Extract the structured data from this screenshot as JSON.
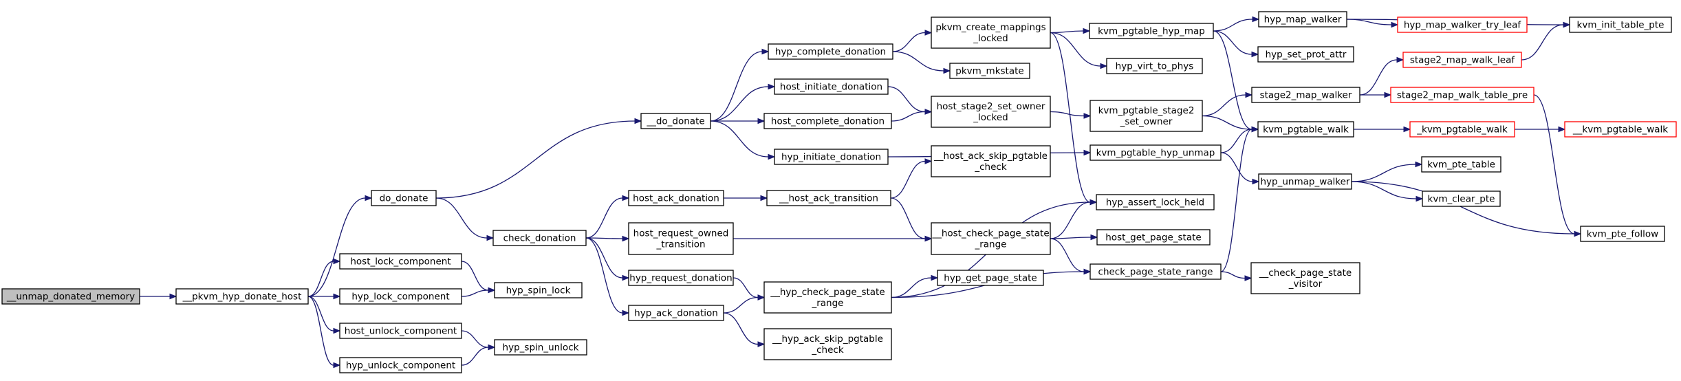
{
  "colors": {
    "edge": "#191970",
    "node_border": "#000000",
    "node_missing_border": "#ff0000",
    "root_fill": "#bfbfbf",
    "node_fill": "#ffffff"
  },
  "nodes": [
    {
      "id": "unmap_donated_memory",
      "lines": [
        "__unmap_donated_memory"
      ],
      "style": "root"
    },
    {
      "id": "pkvm_hyp_donate_host",
      "lines": [
        "__pkvm_hyp_donate_host"
      ],
      "style": "normal"
    },
    {
      "id": "do_donate",
      "lines": [
        "do_donate"
      ],
      "style": "normal"
    },
    {
      "id": "host_lock_component",
      "lines": [
        "host_lock_component"
      ],
      "style": "normal"
    },
    {
      "id": "hyp_lock_component",
      "lines": [
        "hyp_lock_component"
      ],
      "style": "normal"
    },
    {
      "id": "host_unlock_component",
      "lines": [
        "host_unlock_component"
      ],
      "style": "normal"
    },
    {
      "id": "hyp_unlock_component",
      "lines": [
        "hyp_unlock_component"
      ],
      "style": "normal"
    },
    {
      "id": "hyp_spin_lock",
      "lines": [
        "hyp_spin_lock"
      ],
      "style": "normal"
    },
    {
      "id": "hyp_spin_unlock",
      "lines": [
        "hyp_spin_unlock"
      ],
      "style": "normal"
    },
    {
      "id": "__do_donate",
      "lines": [
        "__do_donate"
      ],
      "style": "normal"
    },
    {
      "id": "check_donation",
      "lines": [
        "check_donation"
      ],
      "style": "normal"
    },
    {
      "id": "hyp_complete_donation",
      "lines": [
        "hyp_complete_donation"
      ],
      "style": "normal"
    },
    {
      "id": "host_initiate_donation",
      "lines": [
        "host_initiate_donation"
      ],
      "style": "normal"
    },
    {
      "id": "host_complete_donation",
      "lines": [
        "host_complete_donation"
      ],
      "style": "normal"
    },
    {
      "id": "hyp_initiate_donation",
      "lines": [
        "hyp_initiate_donation"
      ],
      "style": "normal"
    },
    {
      "id": "host_ack_donation",
      "lines": [
        "host_ack_donation"
      ],
      "style": "normal"
    },
    {
      "id": "host_request_owned_transition",
      "lines": [
        "host_request_owned",
        "_transition"
      ],
      "style": "normal"
    },
    {
      "id": "hyp_request_donation",
      "lines": [
        "hyp_request_donation"
      ],
      "style": "normal"
    },
    {
      "id": "hyp_ack_donation",
      "lines": [
        "hyp_ack_donation"
      ],
      "style": "normal"
    },
    {
      "id": "pkvm_create_mappings_locked",
      "lines": [
        "pkvm_create_mappings",
        "_locked"
      ],
      "style": "normal"
    },
    {
      "id": "pkvm_mkstate",
      "lines": [
        "pkvm_mkstate"
      ],
      "style": "normal"
    },
    {
      "id": "host_stage2_set_owner_locked",
      "lines": [
        "host_stage2_set_owner",
        "_locked"
      ],
      "style": "normal"
    },
    {
      "id": "__host_ack_transition",
      "lines": [
        "__host_ack_transition"
      ],
      "style": "normal"
    },
    {
      "id": "__host_ack_skip_pgtable_check",
      "lines": [
        "__host_ack_skip_pgtable",
        "_check"
      ],
      "style": "normal"
    },
    {
      "id": "__host_check_page_state_range",
      "lines": [
        "__host_check_page_state",
        "_range"
      ],
      "style": "normal"
    },
    {
      "id": "__hyp_check_page_state_range",
      "lines": [
        "__hyp_check_page_state",
        "_range"
      ],
      "style": "normal"
    },
    {
      "id": "hyp_get_page_state",
      "lines": [
        "hyp_get_page_state"
      ],
      "style": "normal"
    },
    {
      "id": "__hyp_ack_skip_pgtable_check",
      "lines": [
        "__hyp_ack_skip_pgtable",
        "_check"
      ],
      "style": "normal"
    },
    {
      "id": "kvm_pgtable_hyp_map",
      "lines": [
        "kvm_pgtable_hyp_map"
      ],
      "style": "normal"
    },
    {
      "id": "hyp_virt_to_phys",
      "lines": [
        "hyp_virt_to_phys"
      ],
      "style": "normal"
    },
    {
      "id": "kvm_pgtable_stage2_set_owner",
      "lines": [
        "kvm_pgtable_stage2",
        "_set_owner"
      ],
      "style": "normal"
    },
    {
      "id": "kvm_pgtable_hyp_unmap",
      "lines": [
        "kvm_pgtable_hyp_unmap"
      ],
      "style": "normal"
    },
    {
      "id": "hyp_assert_lock_held",
      "lines": [
        "hyp_assert_lock_held"
      ],
      "style": "normal"
    },
    {
      "id": "host_get_page_state",
      "lines": [
        "host_get_page_state"
      ],
      "style": "normal"
    },
    {
      "id": "check_page_state_range",
      "lines": [
        "check_page_state_range"
      ],
      "style": "normal"
    },
    {
      "id": "hyp_map_walker",
      "lines": [
        "hyp_map_walker"
      ],
      "style": "normal"
    },
    {
      "id": "hyp_set_prot_attr",
      "lines": [
        "hyp_set_prot_attr"
      ],
      "style": "normal"
    },
    {
      "id": "stage2_map_walker",
      "lines": [
        "stage2_map_walker"
      ],
      "style": "normal"
    },
    {
      "id": "kvm_pgtable_walk",
      "lines": [
        "kvm_pgtable_walk"
      ],
      "style": "normal"
    },
    {
      "id": "hyp_unmap_walker",
      "lines": [
        "hyp_unmap_walker"
      ],
      "style": "normal"
    },
    {
      "id": "__check_page_state_visitor",
      "lines": [
        "__check_page_state",
        "_visitor"
      ],
      "style": "normal"
    },
    {
      "id": "hyp_map_walker_try_leaf",
      "lines": [
        "hyp_map_walker_try_leaf"
      ],
      "style": "missing"
    },
    {
      "id": "stage2_map_walk_leaf",
      "lines": [
        "stage2_map_walk_leaf"
      ],
      "style": "missing"
    },
    {
      "id": "stage2_map_walk_table_pre",
      "lines": [
        "stage2_map_walk_table_pre"
      ],
      "style": "missing"
    },
    {
      "id": "_kvm_pgtable_walk",
      "lines": [
        "_kvm_pgtable_walk"
      ],
      "style": "missing"
    },
    {
      "id": "kvm_pte_table",
      "lines": [
        "kvm_pte_table"
      ],
      "style": "normal"
    },
    {
      "id": "kvm_clear_pte",
      "lines": [
        "kvm_clear_pte"
      ],
      "style": "normal"
    },
    {
      "id": "kvm_init_table_pte",
      "lines": [
        "kvm_init_table_pte"
      ],
      "style": "normal"
    },
    {
      "id": "__kvm_pgtable_walk",
      "lines": [
        "__kvm_pgtable_walk"
      ],
      "style": "missing"
    },
    {
      "id": "kvm_pte_follow",
      "lines": [
        "kvm_pte_follow"
      ],
      "style": "normal"
    }
  ],
  "edges": [
    [
      "unmap_donated_memory",
      "pkvm_hyp_donate_host"
    ],
    [
      "pkvm_hyp_donate_host",
      "do_donate"
    ],
    [
      "pkvm_hyp_donate_host",
      "host_lock_component"
    ],
    [
      "pkvm_hyp_donate_host",
      "hyp_lock_component"
    ],
    [
      "pkvm_hyp_donate_host",
      "host_unlock_component"
    ],
    [
      "pkvm_hyp_donate_host",
      "hyp_unlock_component"
    ],
    [
      "host_lock_component",
      "hyp_spin_lock"
    ],
    [
      "hyp_lock_component",
      "hyp_spin_lock"
    ],
    [
      "host_unlock_component",
      "hyp_spin_unlock"
    ],
    [
      "hyp_unlock_component",
      "hyp_spin_unlock"
    ],
    [
      "do_donate",
      "__do_donate"
    ],
    [
      "do_donate",
      "check_donation"
    ],
    [
      "__do_donate",
      "hyp_complete_donation"
    ],
    [
      "__do_donate",
      "host_initiate_donation"
    ],
    [
      "__do_donate",
      "host_complete_donation"
    ],
    [
      "__do_donate",
      "hyp_initiate_donation"
    ],
    [
      "check_donation",
      "host_ack_donation"
    ],
    [
      "check_donation",
      "host_request_owned_transition"
    ],
    [
      "check_donation",
      "hyp_request_donation"
    ],
    [
      "check_donation",
      "hyp_ack_donation"
    ],
    [
      "hyp_complete_donation",
      "pkvm_create_mappings_locked"
    ],
    [
      "hyp_complete_donation",
      "pkvm_mkstate"
    ],
    [
      "host_initiate_donation",
      "host_stage2_set_owner_locked"
    ],
    [
      "host_complete_donation",
      "host_stage2_set_owner_locked"
    ],
    [
      "hyp_initiate_donation",
      "kvm_pgtable_hyp_unmap"
    ],
    [
      "host_ack_donation",
      "__host_ack_transition"
    ],
    [
      "__host_ack_transition",
      "__host_ack_skip_pgtable_check"
    ],
    [
      "__host_ack_transition",
      "__host_check_page_state_range"
    ],
    [
      "host_request_owned_transition",
      "__host_check_page_state_range"
    ],
    [
      "hyp_request_donation",
      "__hyp_check_page_state_range"
    ],
    [
      "hyp_ack_donation",
      "__hyp_check_page_state_range"
    ],
    [
      "hyp_ack_donation",
      "__hyp_ack_skip_pgtable_check"
    ],
    [
      "__hyp_check_page_state_range",
      "hyp_get_page_state"
    ],
    [
      "__hyp_check_page_state_range",
      "hyp_assert_lock_held"
    ],
    [
      "__hyp_check_page_state_range",
      "check_page_state_range"
    ],
    [
      "__host_check_page_state_range",
      "hyp_assert_lock_held"
    ],
    [
      "__host_check_page_state_range",
      "host_get_page_state"
    ],
    [
      "__host_check_page_state_range",
      "check_page_state_range"
    ],
    [
      "pkvm_create_mappings_locked",
      "kvm_pgtable_hyp_map"
    ],
    [
      "pkvm_create_mappings_locked",
      "hyp_virt_to_phys"
    ],
    [
      "pkvm_create_mappings_locked",
      "hyp_assert_lock_held"
    ],
    [
      "host_stage2_set_owner_locked",
      "kvm_pgtable_stage2_set_owner"
    ],
    [
      "kvm_pgtable_hyp_map",
      "hyp_map_walker"
    ],
    [
      "kvm_pgtable_hyp_map",
      "hyp_set_prot_attr"
    ],
    [
      "kvm_pgtable_hyp_map",
      "kvm_pgtable_walk"
    ],
    [
      "kvm_pgtable_stage2_set_owner",
      "stage2_map_walker"
    ],
    [
      "kvm_pgtable_stage2_set_owner",
      "kvm_pgtable_walk"
    ],
    [
      "kvm_pgtable_hyp_unmap",
      "kvm_pgtable_walk"
    ],
    [
      "kvm_pgtable_hyp_unmap",
      "hyp_unmap_walker"
    ],
    [
      "check_page_state_range",
      "kvm_pgtable_walk"
    ],
    [
      "check_page_state_range",
      "__check_page_state_visitor"
    ],
    [
      "hyp_map_walker",
      "hyp_map_walker_try_leaf"
    ],
    [
      "hyp_map_walker",
      "kvm_init_table_pte"
    ],
    [
      "stage2_map_walker",
      "stage2_map_walk_leaf"
    ],
    [
      "stage2_map_walker",
      "stage2_map_walk_table_pre"
    ],
    [
      "stage2_map_walk_leaf",
      "kvm_init_table_pte"
    ],
    [
      "stage2_map_walk_table_pre",
      "kvm_pte_follow"
    ],
    [
      "kvm_pgtable_walk",
      "_kvm_pgtable_walk"
    ],
    [
      "_kvm_pgtable_walk",
      "__kvm_pgtable_walk"
    ],
    [
      "hyp_unmap_walker",
      "kvm_pte_table"
    ],
    [
      "hyp_unmap_walker",
      "kvm_clear_pte"
    ],
    [
      "hyp_unmap_walker",
      "kvm_pte_follow"
    ]
  ]
}
